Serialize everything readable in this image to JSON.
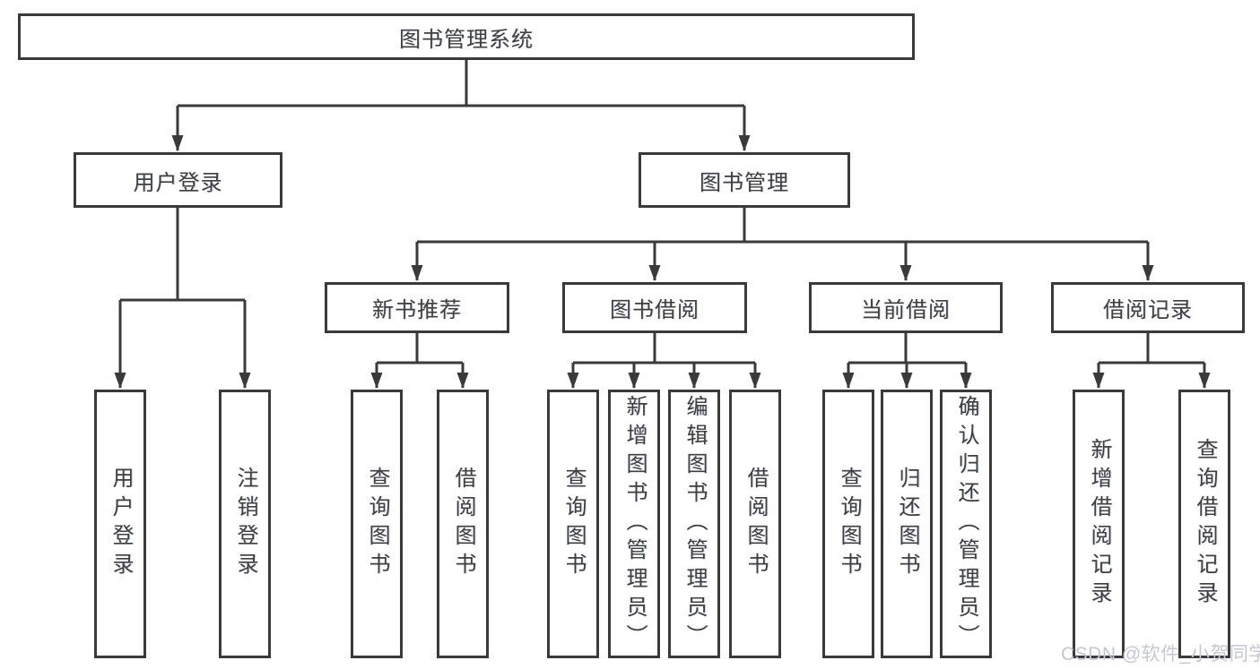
{
  "diagram": {
    "title": "图书管理系统",
    "type": "hierarchy-tree",
    "colors": {
      "line": "#3a3a3c",
      "text": "#3f3f41",
      "box_background": "#ffffff",
      "watermark": "#c5c6d6"
    },
    "tree": {
      "root": {
        "label": "图书管理系统"
      },
      "level2": [
        {
          "label": "用户登录"
        },
        {
          "label": "图书管理"
        }
      ],
      "level3": [
        {
          "label": "新书推荐"
        },
        {
          "label": "图书借阅"
        },
        {
          "label": "当前借阅"
        },
        {
          "label": "借阅记录"
        }
      ],
      "leaves": {
        "user_login": [
          "用户登录",
          "注销登录"
        ],
        "new_book": [
          "查询图书",
          "借阅图书"
        ],
        "borrow": [
          "查询图书",
          "新增图书（管理员）",
          "编辑图书（管理员）",
          "借阅图书"
        ],
        "current": [
          "查询图书",
          "归还图书",
          "确认归还（管理员）"
        ],
        "records": [
          "新增借阅记录",
          "查询借阅记录"
        ]
      }
    }
  },
  "watermark": {
    "text": "CSDN @软件_小贺同学"
  }
}
